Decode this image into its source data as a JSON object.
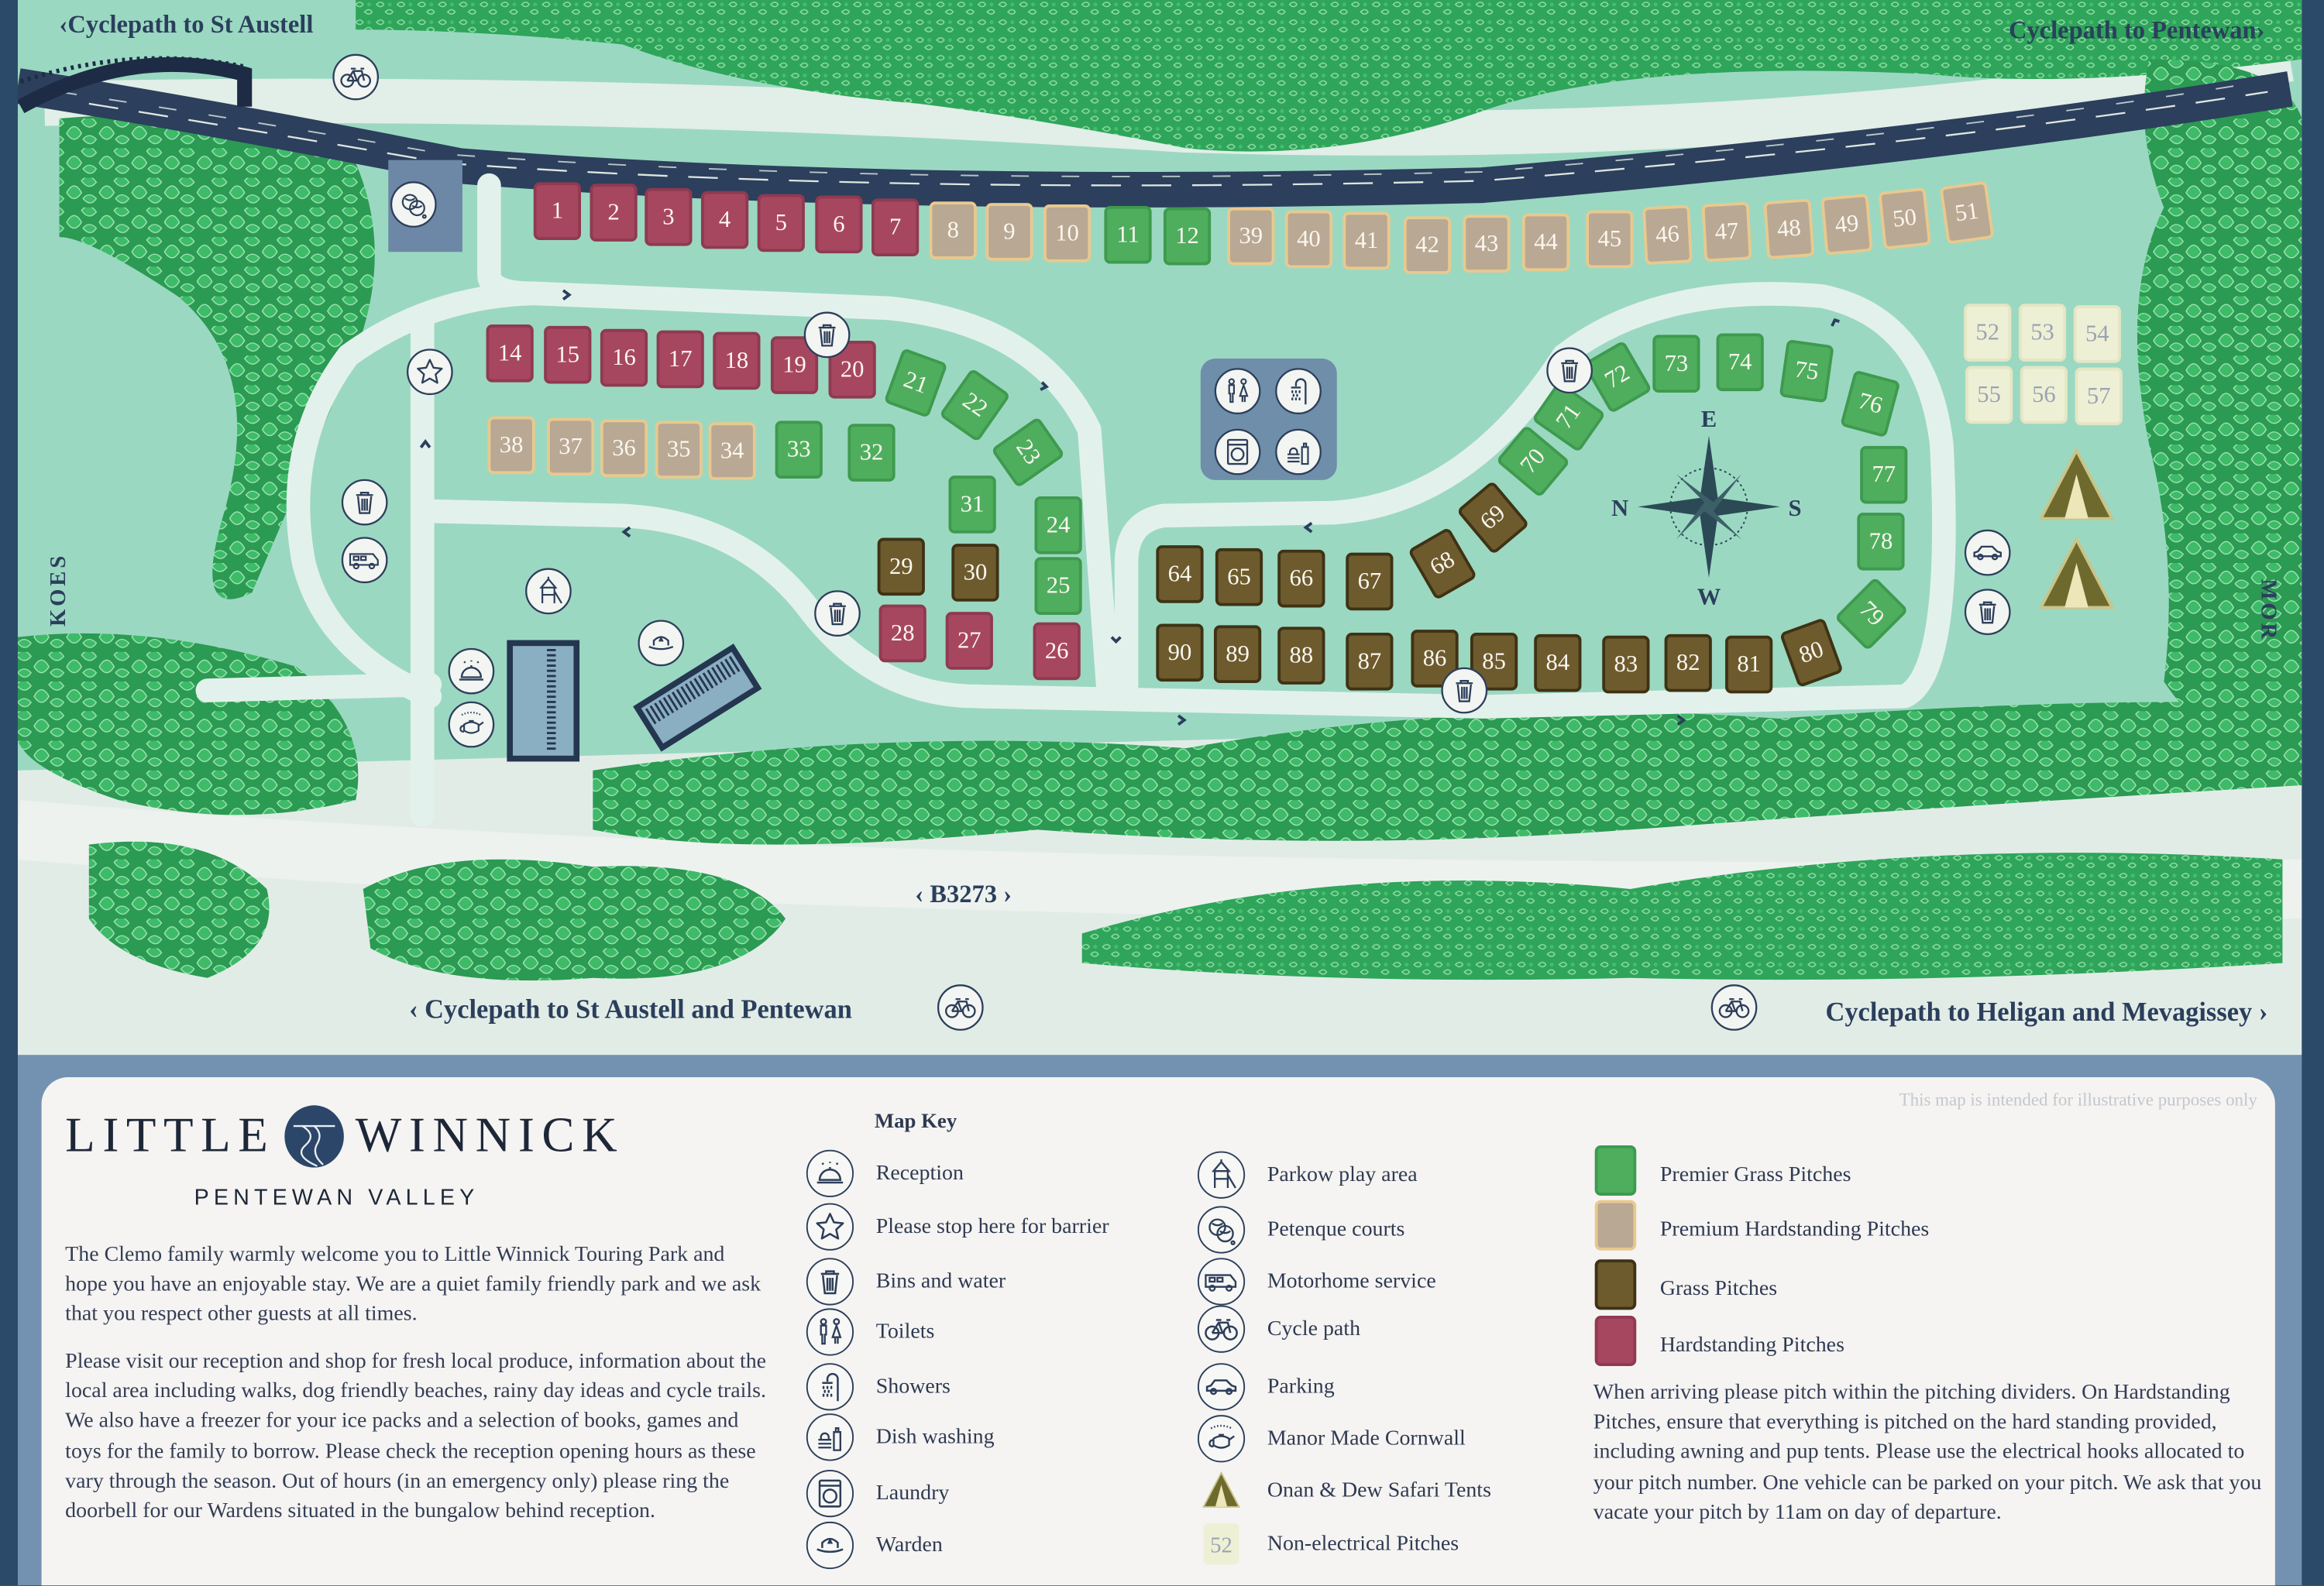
{
  "map": {
    "labels": {
      "top_left": "‹Cyclepath to St Austell",
      "top_right": "Cyclepath to Pentewan›",
      "west_side": "KOES",
      "east_side": "MOR",
      "road": "‹ B3273 ›",
      "bottom_left": "‹ Cyclepath to St Austell and Pentewan",
      "bottom_right": "Cyclepath to Heligan and Mevagissey ›"
    },
    "compass": {
      "n": "N",
      "e": "E",
      "s": "S",
      "w": "W"
    },
    "pitch_colors": {
      "premier_grass": "#4fae5e",
      "premium_hardstanding": "#b9a893",
      "grass": "#6d5b2e",
      "hardstanding": "#a7475f",
      "non_electrical": "#eef0d6"
    },
    "pitches": [
      {
        "n": "1",
        "type": "hardstanding"
      },
      {
        "n": "2",
        "type": "hardstanding"
      },
      {
        "n": "3",
        "type": "hardstanding"
      },
      {
        "n": "4",
        "type": "hardstanding"
      },
      {
        "n": "5",
        "type": "hardstanding"
      },
      {
        "n": "6",
        "type": "hardstanding"
      },
      {
        "n": "7",
        "type": "hardstanding"
      },
      {
        "n": "8",
        "type": "premium_hardstanding"
      },
      {
        "n": "9",
        "type": "premium_hardstanding"
      },
      {
        "n": "10",
        "type": "premium_hardstanding"
      },
      {
        "n": "11",
        "type": "premier_grass"
      },
      {
        "n": "12",
        "type": "premier_grass"
      },
      {
        "n": "39",
        "type": "premium_hardstanding"
      },
      {
        "n": "40",
        "type": "premium_hardstanding"
      },
      {
        "n": "41",
        "type": "premium_hardstanding"
      },
      {
        "n": "42",
        "type": "premium_hardstanding"
      },
      {
        "n": "43",
        "type": "premium_hardstanding"
      },
      {
        "n": "44",
        "type": "premium_hardstanding"
      },
      {
        "n": "45",
        "type": "premium_hardstanding"
      },
      {
        "n": "46",
        "type": "premium_hardstanding"
      },
      {
        "n": "47",
        "type": "premium_hardstanding"
      },
      {
        "n": "48",
        "type": "premium_hardstanding"
      },
      {
        "n": "49",
        "type": "premium_hardstanding"
      },
      {
        "n": "50",
        "type": "premium_hardstanding"
      },
      {
        "n": "51",
        "type": "premium_hardstanding"
      },
      {
        "n": "14",
        "type": "hardstanding"
      },
      {
        "n": "15",
        "type": "hardstanding"
      },
      {
        "n": "16",
        "type": "hardstanding"
      },
      {
        "n": "17",
        "type": "hardstanding"
      },
      {
        "n": "18",
        "type": "hardstanding"
      },
      {
        "n": "19",
        "type": "hardstanding"
      },
      {
        "n": "20",
        "type": "hardstanding"
      },
      {
        "n": "21",
        "type": "premier_grass"
      },
      {
        "n": "22",
        "type": "premier_grass"
      },
      {
        "n": "23",
        "type": "premier_grass"
      },
      {
        "n": "38",
        "type": "premium_hardstanding"
      },
      {
        "n": "37",
        "type": "premium_hardstanding"
      },
      {
        "n": "36",
        "type": "premium_hardstanding"
      },
      {
        "n": "35",
        "type": "premium_hardstanding"
      },
      {
        "n": "34",
        "type": "premium_hardstanding"
      },
      {
        "n": "33",
        "type": "premier_grass"
      },
      {
        "n": "32",
        "type": "premier_grass"
      },
      {
        "n": "31",
        "type": "premier_grass"
      },
      {
        "n": "24",
        "type": "premier_grass"
      },
      {
        "n": "25",
        "type": "premier_grass"
      },
      {
        "n": "26",
        "type": "hardstanding"
      },
      {
        "n": "27",
        "type": "hardstanding"
      },
      {
        "n": "28",
        "type": "hardstanding"
      },
      {
        "n": "29",
        "type": "grass"
      },
      {
        "n": "30",
        "type": "grass"
      },
      {
        "n": "64",
        "type": "grass"
      },
      {
        "n": "65",
        "type": "grass"
      },
      {
        "n": "66",
        "type": "grass"
      },
      {
        "n": "67",
        "type": "grass"
      },
      {
        "n": "68",
        "type": "grass"
      },
      {
        "n": "69",
        "type": "grass"
      },
      {
        "n": "70",
        "type": "premier_grass"
      },
      {
        "n": "71",
        "type": "premier_grass"
      },
      {
        "n": "72",
        "type": "premier_grass"
      },
      {
        "n": "73",
        "type": "premier_grass"
      },
      {
        "n": "74",
        "type": "premier_grass"
      },
      {
        "n": "75",
        "type": "premier_grass"
      },
      {
        "n": "76",
        "type": "premier_grass"
      },
      {
        "n": "77",
        "type": "premier_grass"
      },
      {
        "n": "78",
        "type": "premier_grass"
      },
      {
        "n": "79",
        "type": "premier_grass"
      },
      {
        "n": "80",
        "type": "grass"
      },
      {
        "n": "81",
        "type": "grass"
      },
      {
        "n": "82",
        "type": "grass"
      },
      {
        "n": "83",
        "type": "grass"
      },
      {
        "n": "84",
        "type": "grass"
      },
      {
        "n": "85",
        "type": "grass"
      },
      {
        "n": "86",
        "type": "grass"
      },
      {
        "n": "87",
        "type": "grass"
      },
      {
        "n": "88",
        "type": "grass"
      },
      {
        "n": "89",
        "type": "grass"
      },
      {
        "n": "90",
        "type": "grass"
      },
      {
        "n": "52",
        "type": "non_electrical"
      },
      {
        "n": "53",
        "type": "non_electrical"
      },
      {
        "n": "54",
        "type": "non_electrical"
      },
      {
        "n": "55",
        "type": "non_electrical"
      },
      {
        "n": "56",
        "type": "non_electrical"
      },
      {
        "n": "57",
        "type": "non_electrical"
      }
    ]
  },
  "card": {
    "logo_left": "LITTLE",
    "logo_right": "WINNICK",
    "subtitle": "PENTEWAN VALLEY",
    "welcome": "The Clemo family warmly welcome you to Little Winnick Touring Park and hope you have an enjoyable stay. We are a quiet family friendly park and we ask that you respect other guests at all times.",
    "reception_info": "Please visit our reception and shop for fresh local produce, information about the local area including walks, dog friendly beaches, rainy day ideas and cycle trails. We also have a freezer for your ice packs and a selection of books, games and toys for the family to borrow. Please check the reception opening hours as these vary through the season. Out of hours (in an emergency only) please ring the doorbell for our Wardens situated in the bungalow behind reception.",
    "disclaimer": "This map is intended for illustrative purposes only",
    "map_key_title": "Map Key",
    "key_left": [
      {
        "icon": "bell-icon",
        "label": "Reception"
      },
      {
        "icon": "star-icon",
        "label": "Please stop here for barrier"
      },
      {
        "icon": "bin-icon",
        "label": "Bins and water"
      },
      {
        "icon": "toilets-icon",
        "label": "Toilets"
      },
      {
        "icon": "shower-icon",
        "label": "Showers"
      },
      {
        "icon": "dish-icon",
        "label": "Dish washing"
      },
      {
        "icon": "laundry-icon",
        "label": "Laundry"
      },
      {
        "icon": "warden-icon",
        "label": "Warden"
      }
    ],
    "key_mid": [
      {
        "icon": "play-icon",
        "label": "Parkow play area"
      },
      {
        "icon": "petanque-icon",
        "label": "Petenque courts"
      },
      {
        "icon": "motorhome-icon",
        "label": "Motorhome service"
      },
      {
        "icon": "bike-icon",
        "label": "Cycle path"
      },
      {
        "icon": "car-icon",
        "label": "Parking"
      },
      {
        "icon": "teapot-icon",
        "label": "Manor Made Cornwall"
      },
      {
        "icon": "tent-icon",
        "label": "Onan & Dew Safari Tents"
      },
      {
        "icon": "non-electrical-sample",
        "label": "Non-electrical Pitches",
        "sample": "52"
      }
    ],
    "pitch_types": [
      {
        "type": "premier_grass",
        "label": "Premier Grass Pitches"
      },
      {
        "type": "premium_hardstanding",
        "label": "Premium Hardstanding Pitches"
      },
      {
        "type": "grass",
        "label": "Grass Pitches"
      },
      {
        "type": "hardstanding",
        "label": "Hardstanding Pitches"
      }
    ],
    "pitching_rules": "When arriving please pitch within the pitching dividers. On Hardstanding Pitches, ensure that everything is pitched on the hard standing provided, including awning and pup tents. Please use the electrical hooks allocated to your pitch number. One vehicle can be parked on your pitch. We ask that you vacate your pitch by 11am on day of departure."
  }
}
